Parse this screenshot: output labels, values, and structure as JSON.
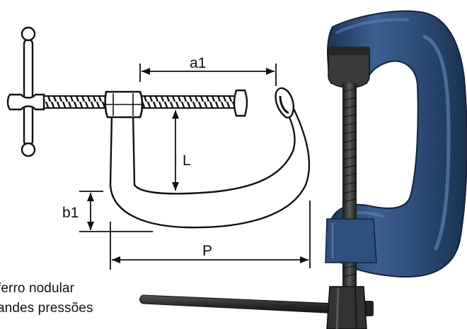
{
  "dimensions": {
    "a1": "a1",
    "L": "L",
    "b1": "b1",
    "P": "P"
  },
  "captions": [
    "ferro nodular",
    "andes pressões"
  ],
  "colors": {
    "line": "#111111",
    "clamp_body": "#2f4f7c",
    "clamp_body_highlight": "#4e73a8",
    "clamp_body_shadow": "#1d3557",
    "screw_metal": "#2b2b2b",
    "screw_highlight": "#5a5a5a"
  },
  "icons": {
    "technical_drawing": "c-clamp-line-drawing-icon",
    "product_photo": "c-clamp-photo-icon"
  }
}
